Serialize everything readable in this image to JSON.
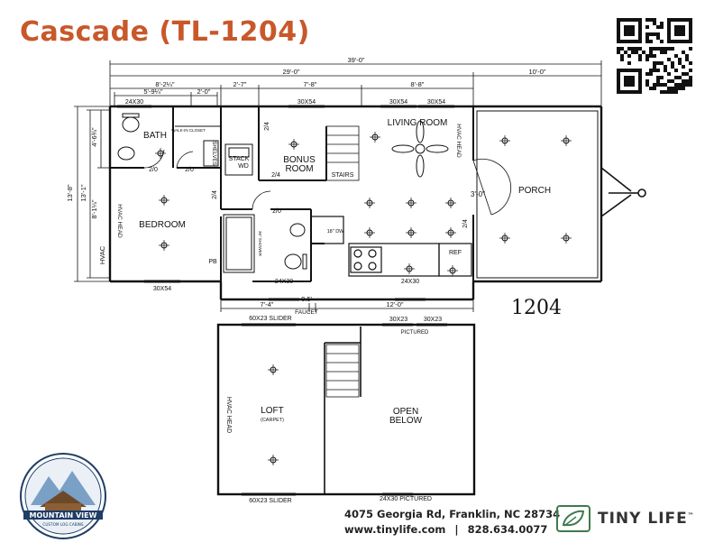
{
  "title": "Cascade (TL-1204)",
  "model": "1204",
  "dims": {
    "total": "39'-0\"",
    "main": "29'-0\"",
    "porch": "10'-0\"",
    "bath_w": "8'-2¼\"",
    "bath_inner": "5'-9¼\"",
    "walk_in": "2'-0\"",
    "hall": "2'-7\"",
    "bonus": "7'-8\"",
    "living": "8'-8\"",
    "height_total": "13'-8\"",
    "height_a": "13'-1\"",
    "height_b": "4'-6¾\"",
    "height_c": "8'-1¼\"",
    "bottom_a": "7'-4\"",
    "bottom_b": "0.5'",
    "bottom_c": "12'-0\""
  },
  "rooms": {
    "bath": "BATH",
    "walkin": "WALK-IN CLOSET",
    "shelves": "SHELVES",
    "stack": "STACK",
    "wd": "WD",
    "bonus1": "BONUS",
    "bonus2": "ROOM",
    "stairs": "STAIRS",
    "living": "LIVING ROOM",
    "hvac_head": "HVAC HEAD",
    "bedroom": "BEDROOM",
    "hvac_head_bed": "HVAC HEAD",
    "hvac": "HVAC",
    "porch": "PORCH",
    "shower": "36\" SHOWER",
    "pb": "PB",
    "dw": "18\" DW",
    "ref": "REF",
    "faucet": "FAUCET",
    "door_30": "3'-0\""
  },
  "windows": {
    "w24x30_top": "24X30",
    "w30x54_bonus": "30X54",
    "w30x54_liv1": "30X54",
    "w30x54_liv2": "30X54",
    "w30x54_bed": "30X54",
    "w24x30_bot1": "24X30",
    "w24x30_bot2": "24X30"
  },
  "doors": {
    "d1": "2/0",
    "d2": "2/0",
    "d3": "2/4",
    "d4": "2/4",
    "d5": "2/4",
    "d6": "2/0",
    "d7": "2/4"
  },
  "loft": {
    "slider_top": "60X23 SLIDER",
    "slider_bot": "60X23 SLIDER",
    "top_right_1": "30X23",
    "top_right_2": "30X23",
    "pictured_top": "PICTURED",
    "pictured_bot": "24X30 PICTURED",
    "hvac_head": "HVAC HEAD",
    "loft": "LOFT",
    "carpet": "(CARPET)",
    "open1": "OPEN",
    "open2": "BELOW"
  },
  "footer": {
    "address": "4075 Georgia Rd, Franklin, NC 28734",
    "website": "www.tinylife.com",
    "separator": "|",
    "phone": "828.634.0077",
    "brand": "TINY LIFE",
    "tm": "™"
  },
  "badge": {
    "name": "MOUNTAIN VIEW",
    "sub": "CUSTOM LOG CABINS"
  },
  "colors": {
    "title": "#c8582a",
    "brand_green": "#3f7a4c",
    "badge_blue": "#1f3d66"
  }
}
